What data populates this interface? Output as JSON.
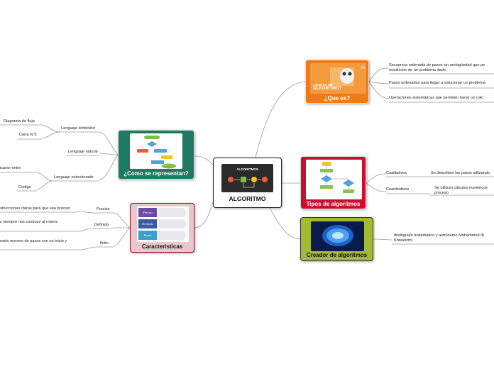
{
  "colors": {
    "line": "#9a9a9a",
    "central_border": "#222222",
    "que_es": "#f07a1a",
    "representan": "#1f7a62",
    "tipos": "#c8102e",
    "caracteristicas": "#e8c8cc",
    "creador": "#a4ba33"
  },
  "central": {
    "label": "ALGORITMO",
    "thumb_title": "ALGORITMOS"
  },
  "que_es": {
    "label": "¿Que es?",
    "thumb_line1": "¿QUÉ ES UN",
    "thumb_line2": "ALGORITMO?",
    "items": [
      "Secuencia ordenada de pasos sin ambigüedad que pe resolución de un problema dado.",
      "Pasos ordenados para llegar a solucionar un problema",
      "Operaciones sistemáticas que permiten hacer un calc"
    ]
  },
  "representan": {
    "label": "¿Como se representan?",
    "groups": [
      {
        "label": "Lenguaje simbolico",
        "items": [
          "Diagrama de flujo",
          "Carta N.S"
        ]
      },
      {
        "label": "Lenguaje natural",
        "items": []
      },
      {
        "label": "Lenguaje estructurado",
        "items": [
          "icarse entre",
          "Codigo"
        ]
      }
    ]
  },
  "tipos": {
    "label": "Tipos de algoritmos",
    "items": [
      {
        "label": "Cualitativos",
        "detail": "Se describen los pasos utilizando"
      },
      {
        "label": "Cuantitativos",
        "detail": "Se utilizan cálculos numéricos proceso"
      }
    ]
  },
  "caracteristicas": {
    "label": "Caracteristicas",
    "thumb_labels": [
      "Preciso",
      "Definido",
      "Finito"
    ],
    "items": [
      {
        "label": "Preciso",
        "detail": "strucciones claras para que sea preciso"
      },
      {
        "label": "Definido",
        "detail": "z siempre nos conduce al mismo"
      },
      {
        "label": "finito",
        "detail": "nado numero de pasos con un inicio y"
      }
    ]
  },
  "creador": {
    "label": "Creador de algoritmos",
    "detail": "distinguido matemático y astrónomo Mohammed Ib Khwarizmi"
  }
}
